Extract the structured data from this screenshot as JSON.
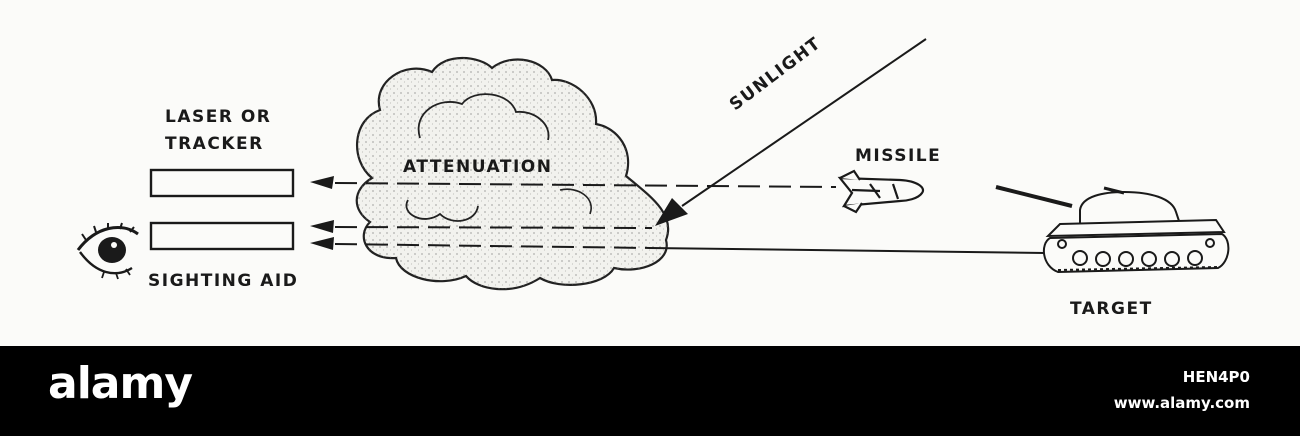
{
  "diagram": {
    "labels": {
      "laser_line1": "LASER OR",
      "laser_line2": "TRACKER",
      "sighting": "SIGHTING AID",
      "attenuation": "ATTENUATION",
      "sunlight": "SUNLIGHT",
      "missile": "MISSILE",
      "target": "TARGET"
    },
    "ink_color": "#1a1a1a",
    "paper_color": "#fbfbf9",
    "icons": [
      "eye-icon",
      "smoke-cloud",
      "missile-icon",
      "tank-icon"
    ]
  },
  "footer": {
    "brand": "alamy",
    "image_id": "HEN4P0",
    "url": "www.alamy.com"
  }
}
